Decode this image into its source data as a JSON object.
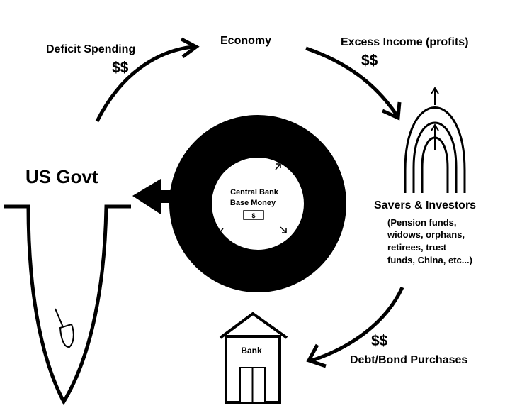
{
  "labels": {
    "deficit_spending": "Deficit Spending",
    "deficit_dollars": "$$",
    "economy": "Economy",
    "excess_income": "Excess Income (profits)",
    "excess_dollars": "$$",
    "us_govt": "US Govt",
    "central_bank_line1": "Central Bank",
    "central_bank_line2": "Base Money",
    "dollar_note": "$",
    "savers_investors": "Savers & Investors",
    "savers_detail": [
      "(Pension funds,",
      "widows, orphans,",
      "retirees, trust",
      "funds, China, etc...)"
    ],
    "bond_dollars": "$$",
    "debt_bond_purchases": "Debt/Bond Purchases",
    "bank": "Bank"
  },
  "colors": {
    "ink": "#000000",
    "background": "#ffffff"
  }
}
